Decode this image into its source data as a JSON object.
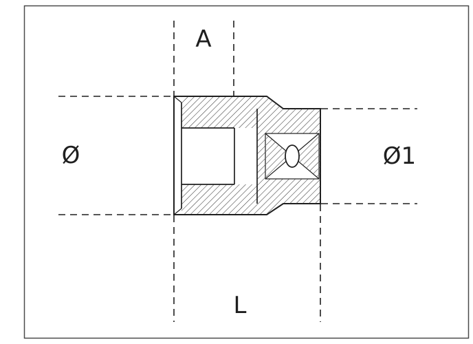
{
  "diagram": {
    "labels": {
      "width_top": "A",
      "diameter_left": "Ø",
      "diameter_right": "Ø1",
      "length_bottom": "L"
    },
    "colors": {
      "line": "#1f1f1f",
      "frame": "#4a4a4a",
      "background": "#ffffff",
      "hatch": "#3a3a3a"
    }
  }
}
